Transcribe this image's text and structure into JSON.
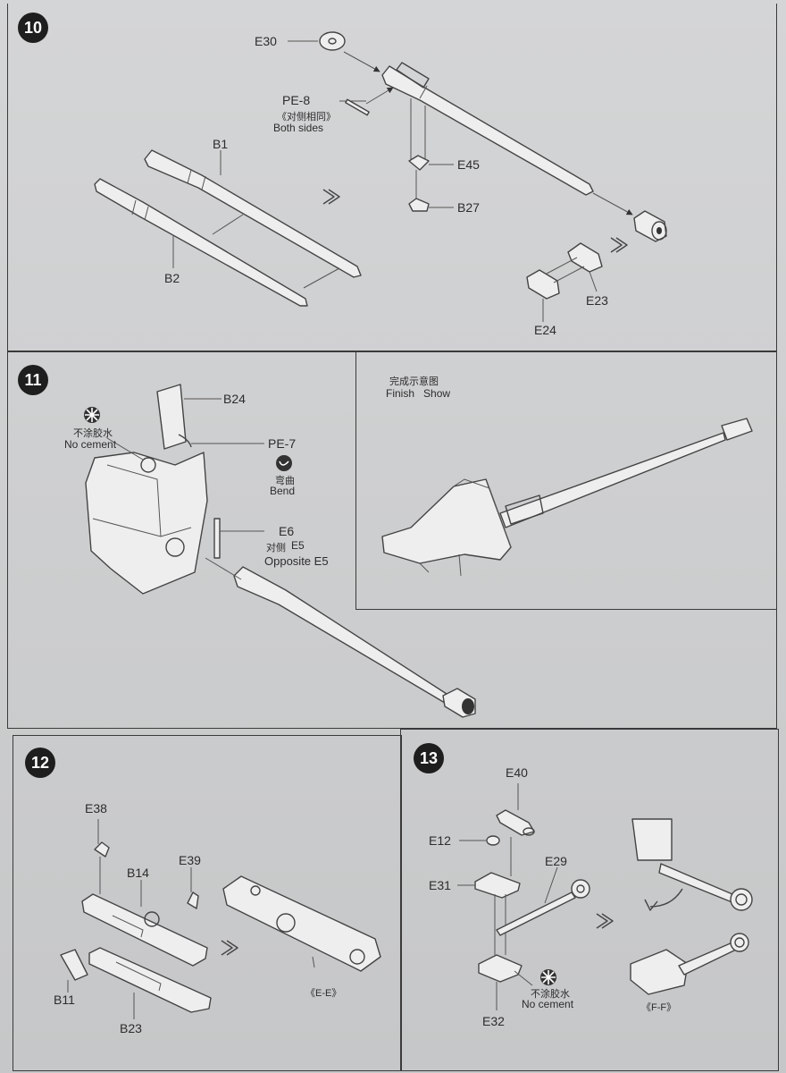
{
  "steps": {
    "s10": {
      "number": "10",
      "labels": {
        "e30": "E30",
        "pe8": "PE-8",
        "pe8_cn": "《对侧相同》",
        "pe8_en": "Both sides",
        "b1": "B1",
        "b2": "B2",
        "e45": "E45",
        "b27": "B27",
        "e23": "E23",
        "e24": "E24"
      }
    },
    "s11": {
      "number": "11",
      "labels": {
        "no_cement_cn": "不涂胶水",
        "no_cement_en": "No cement",
        "b24": "B24",
        "pe7": "PE-7",
        "bend_cn": "弯曲",
        "bend_en": "Bend",
        "e6": "E6",
        "e5_cn": "对侧",
        "e5": "E5",
        "opposite_e5": "Opposite E5",
        "finish_cn": "完成示意图",
        "finish_en": "Finish   Show"
      }
    },
    "s12": {
      "number": "12",
      "labels": {
        "e38": "E38",
        "b14": "B14",
        "e39": "E39",
        "b11": "B11",
        "b23": "B23",
        "view": "《E-E》"
      }
    },
    "s13": {
      "number": "13",
      "labels": {
        "e40": "E40",
        "e12": "E12",
        "e29": "E29",
        "e31": "E31",
        "no_cement_cn": "不涂胶水",
        "no_cement_en": "No cement",
        "e32": "E32",
        "view": "《F-F》"
      }
    }
  },
  "icons": {
    "no_cement": "no-glue-icon",
    "bend": "bend-arrow-icon",
    "direction": "chevron-arrow-icon"
  }
}
